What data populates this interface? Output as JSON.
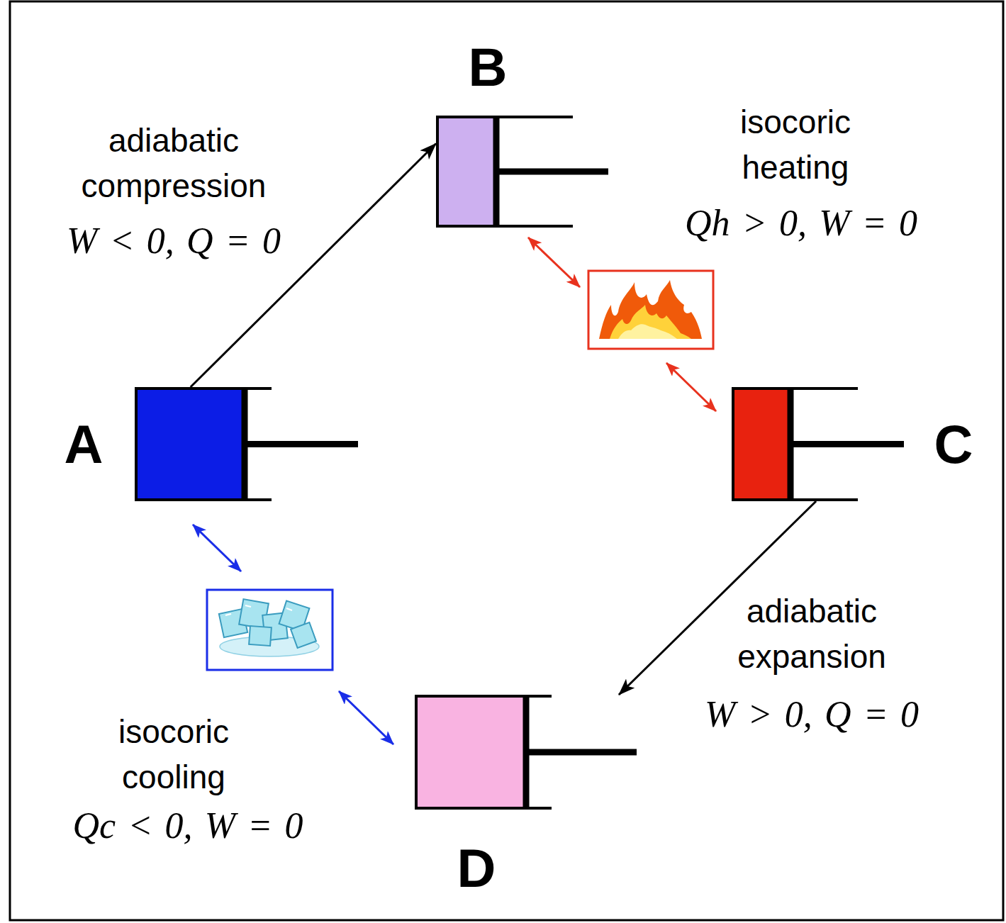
{
  "diagram": {
    "nodes": [
      {
        "text": [
          "A"
        ]
      },
      {
        "text": [
          "B"
        ]
      },
      {
        "text": [
          "C"
        ]
      },
      {
        "text": [
          "D"
        ]
      }
    ],
    "edges": [
      {
        "from": 0,
        "to": 1,
        "arrow": "to"
      },
      {
        "from": 2,
        "to": 3,
        "arrow": "to"
      }
    ],
    "labels": [
      "adiabatic compression",
      "W < 0, Q = 0",
      "isocoric heating",
      "Qh > 0, W = 0",
      "adiabatic expansion",
      "W > 0, Q = 0",
      "isocoric cooling",
      "Qc < 0, W = 0"
    ]
  }
}
